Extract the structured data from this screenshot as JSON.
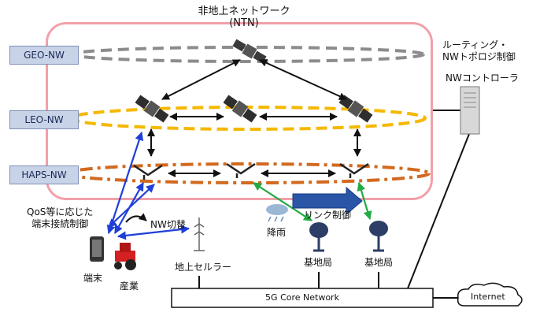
{
  "title": {
    "line1": "非地上ネットワーク",
    "line2": "(NTN)"
  },
  "layers": {
    "geo": "GEO-NW",
    "leo": "LEO-NW",
    "haps": "HAPS-NW"
  },
  "controller": {
    "annotation_line1": "ルーティング・",
    "annotation_line2": "NWトポロジ制御",
    "label": "NWコントローラ"
  },
  "qos": {
    "line1": "QoS等に応じた",
    "line2": "端末接続制御"
  },
  "switch_label": "NW切替",
  "link_control": "リンク制御",
  "rain": "降雨",
  "terminal": "端末",
  "industry": "産業",
  "ground_cellular": "地上セルラー",
  "base_station_1": "基地局",
  "base_station_2": "基地局",
  "core_network": "5G Core Network",
  "internet": "Internet",
  "colors": {
    "ntn_border": "#f2a0a8",
    "leo_orbit": "#f5b800",
    "haps_orbit": "#d2691e",
    "geo_orbit": "#8c8c8c",
    "blue_link": "#1f3fd8",
    "green_link": "#22aa44",
    "label_fill": "#c9d3e8"
  }
}
